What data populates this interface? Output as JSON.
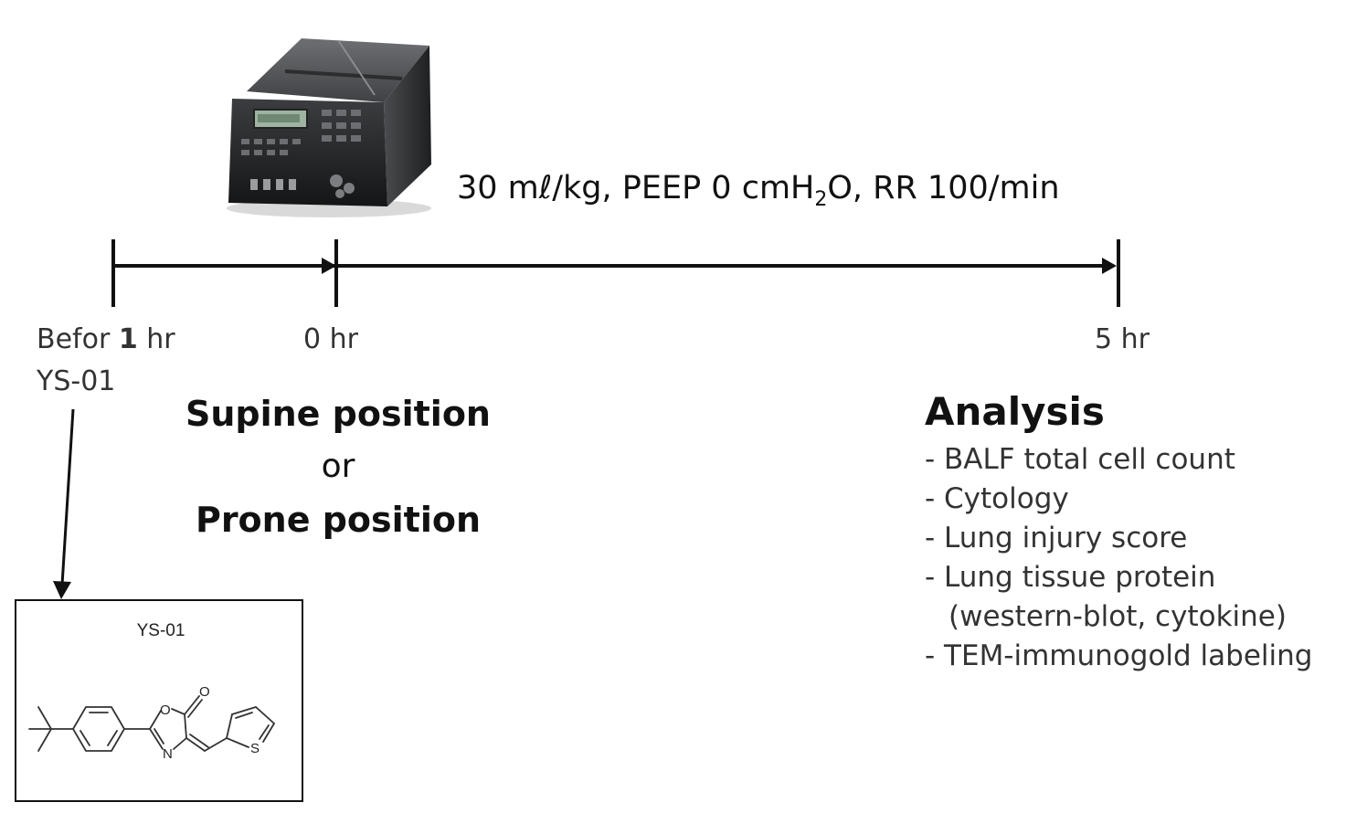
{
  "ventilation": {
    "settings_prefix": "30 mℓ/kg, PEEP 0 cmH",
    "settings_subscript": "2",
    "settings_suffix": "O, RR 100/min"
  },
  "timeline": {
    "ticks": [
      {
        "label_prefix": "Befor ",
        "label_bold": "1",
        "label_suffix": " hr"
      },
      {
        "label": "0 hr"
      },
      {
        "label": "5 hr"
      }
    ]
  },
  "pretreatment": {
    "drug": "YS-01"
  },
  "position": {
    "option_a": "Supine position",
    "connector": "or",
    "option_b": "Prone position"
  },
  "analysis": {
    "title": "Analysis",
    "items": [
      "- BALF total cell count",
      "- Cytology",
      "- Lung injury score",
      "- Lung tissue protein",
      "(western-blot, cytokine)",
      "- TEM-immunogold labeling"
    ]
  },
  "compound": {
    "name": "YS-01",
    "atoms": {
      "oxygen_ring": "O",
      "oxygen_carbonyl": "O",
      "nitrogen": "N",
      "sulfur": "S"
    }
  },
  "icons": [
    "ventilator-icon",
    "arrow-right-icon",
    "arrow-down-icon",
    "chemical-structure-icon"
  ]
}
